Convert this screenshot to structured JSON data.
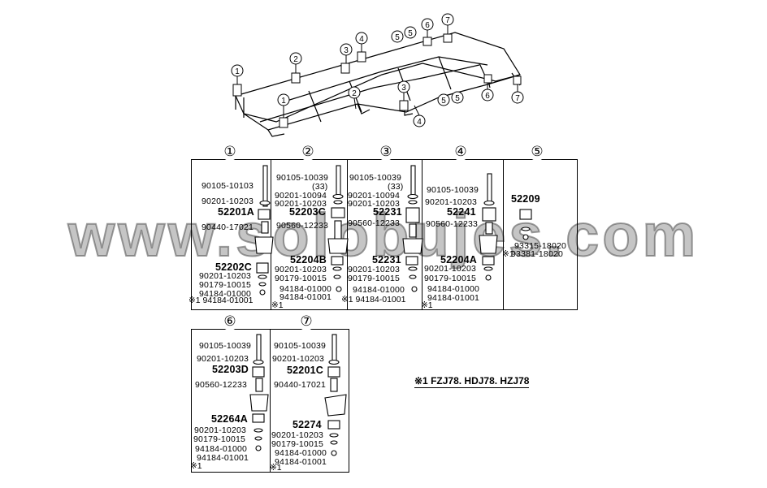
{
  "callouts": [
    "1",
    "2",
    "3",
    "4",
    "5",
    "6",
    "7"
  ],
  "columns": [
    {
      "num": "①",
      "labels": [
        "90105-10103",
        "90201-10203",
        "52201A",
        "90440-17021",
        "52202C",
        "90201-10203",
        "90179-10015",
        "94184-01000"
      ],
      "note": "※1 94184-01001"
    },
    {
      "num": "②",
      "labels": [
        "90105-10039",
        "(33)",
        "90201-10094",
        "90201-10203",
        "52203C",
        "90560-12233",
        "52204B",
        "90201-10203",
        "90179-10015",
        "94184-01000",
        "94184-01001"
      ],
      "note": "※1"
    },
    {
      "num": "③",
      "labels": [
        "90105-10039",
        "(33)",
        "90201-10094",
        "90201-10203",
        "52231",
        "90560-12233",
        "52231",
        "90201-10203",
        "90179-10015",
        "94184-01000"
      ],
      "note": "※1 94184-01001"
    },
    {
      "num": "④",
      "labels": [
        "90105-10039",
        "90201-10203",
        "52241",
        "90560-12233",
        "52204A",
        "90201-10203",
        "90179-10015",
        "94184-01000",
        "94184-01001"
      ],
      "note": "※1"
    },
    {
      "num": "⑤",
      "labels": [
        "52209",
        "93315-18020",
        "93381-18020"
      ],
      "note": "※1"
    },
    {
      "num": "⑥",
      "labels": [
        "90105-10039",
        "90201-10203",
        "52203D",
        "90560-12233",
        "52264A",
        "90201-10203",
        "90179-10015",
        "94184-01000",
        "94184-01001"
      ],
      "note": "※1"
    },
    {
      "num": "⑦",
      "labels": [
        "90105-10039",
        "90201-10203",
        "52201C",
        "90440-17021",
        "52274",
        "90201-10203",
        "90179-10015",
        "94184-01000",
        "94184-01001"
      ],
      "note": "※1"
    }
  ],
  "legend": "※1 FZJ78. HDJ78. HZJ78",
  "watermark": "www.solobujes.com"
}
